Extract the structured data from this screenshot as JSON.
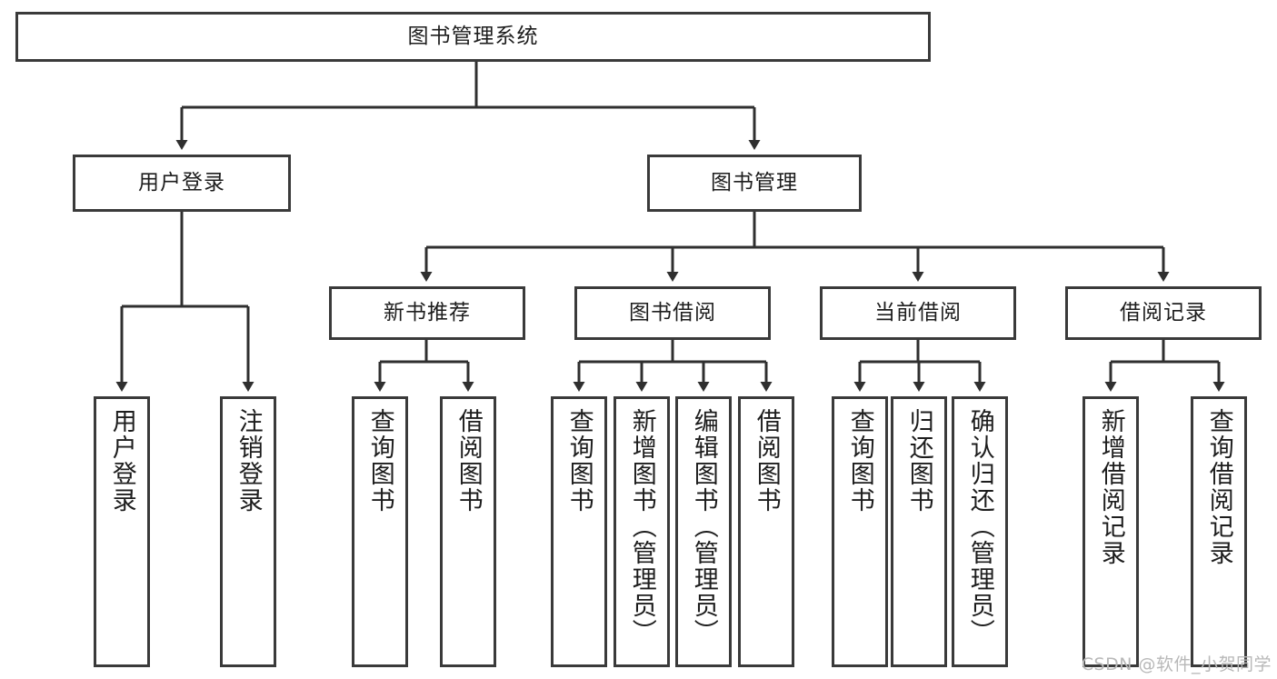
{
  "diagram": {
    "title": "图书管理系统",
    "type": "tree-hierarchy-diagram",
    "root": {
      "label": "图书管理系统"
    },
    "level2": [
      {
        "label": "用户登录"
      },
      {
        "label": "图书管理"
      }
    ],
    "level3": [
      {
        "label": "新书推荐"
      },
      {
        "label": "图书借阅"
      },
      {
        "label": "当前借阅"
      },
      {
        "label": "借阅记录"
      }
    ],
    "leaves": {
      "user_login": [
        {
          "label": "用户登录"
        },
        {
          "label": "注销登录"
        }
      ],
      "new_book_recommend": [
        {
          "label": "查询图书"
        },
        {
          "label": "借阅图书"
        }
      ],
      "book_borrow": [
        {
          "label": "查询图书"
        },
        {
          "label": "新增图书（管理员）"
        },
        {
          "label": "编辑图书（管理员）"
        },
        {
          "label": "借阅图书"
        }
      ],
      "current_borrow": [
        {
          "label": "查询图书"
        },
        {
          "label": "归还图书"
        },
        {
          "label": "确认归还（管理员）"
        }
      ],
      "borrow_record": [
        {
          "label": "新增借阅记录"
        },
        {
          "label": "查询借阅记录"
        }
      ]
    }
  },
  "watermark": {
    "text": "CSDN @软件_小贺同学"
  },
  "colors": {
    "stroke": "#3a3a3a",
    "background": "#ffffff",
    "text": "#1d1d1d",
    "watermark": "#b8b8b8"
  }
}
